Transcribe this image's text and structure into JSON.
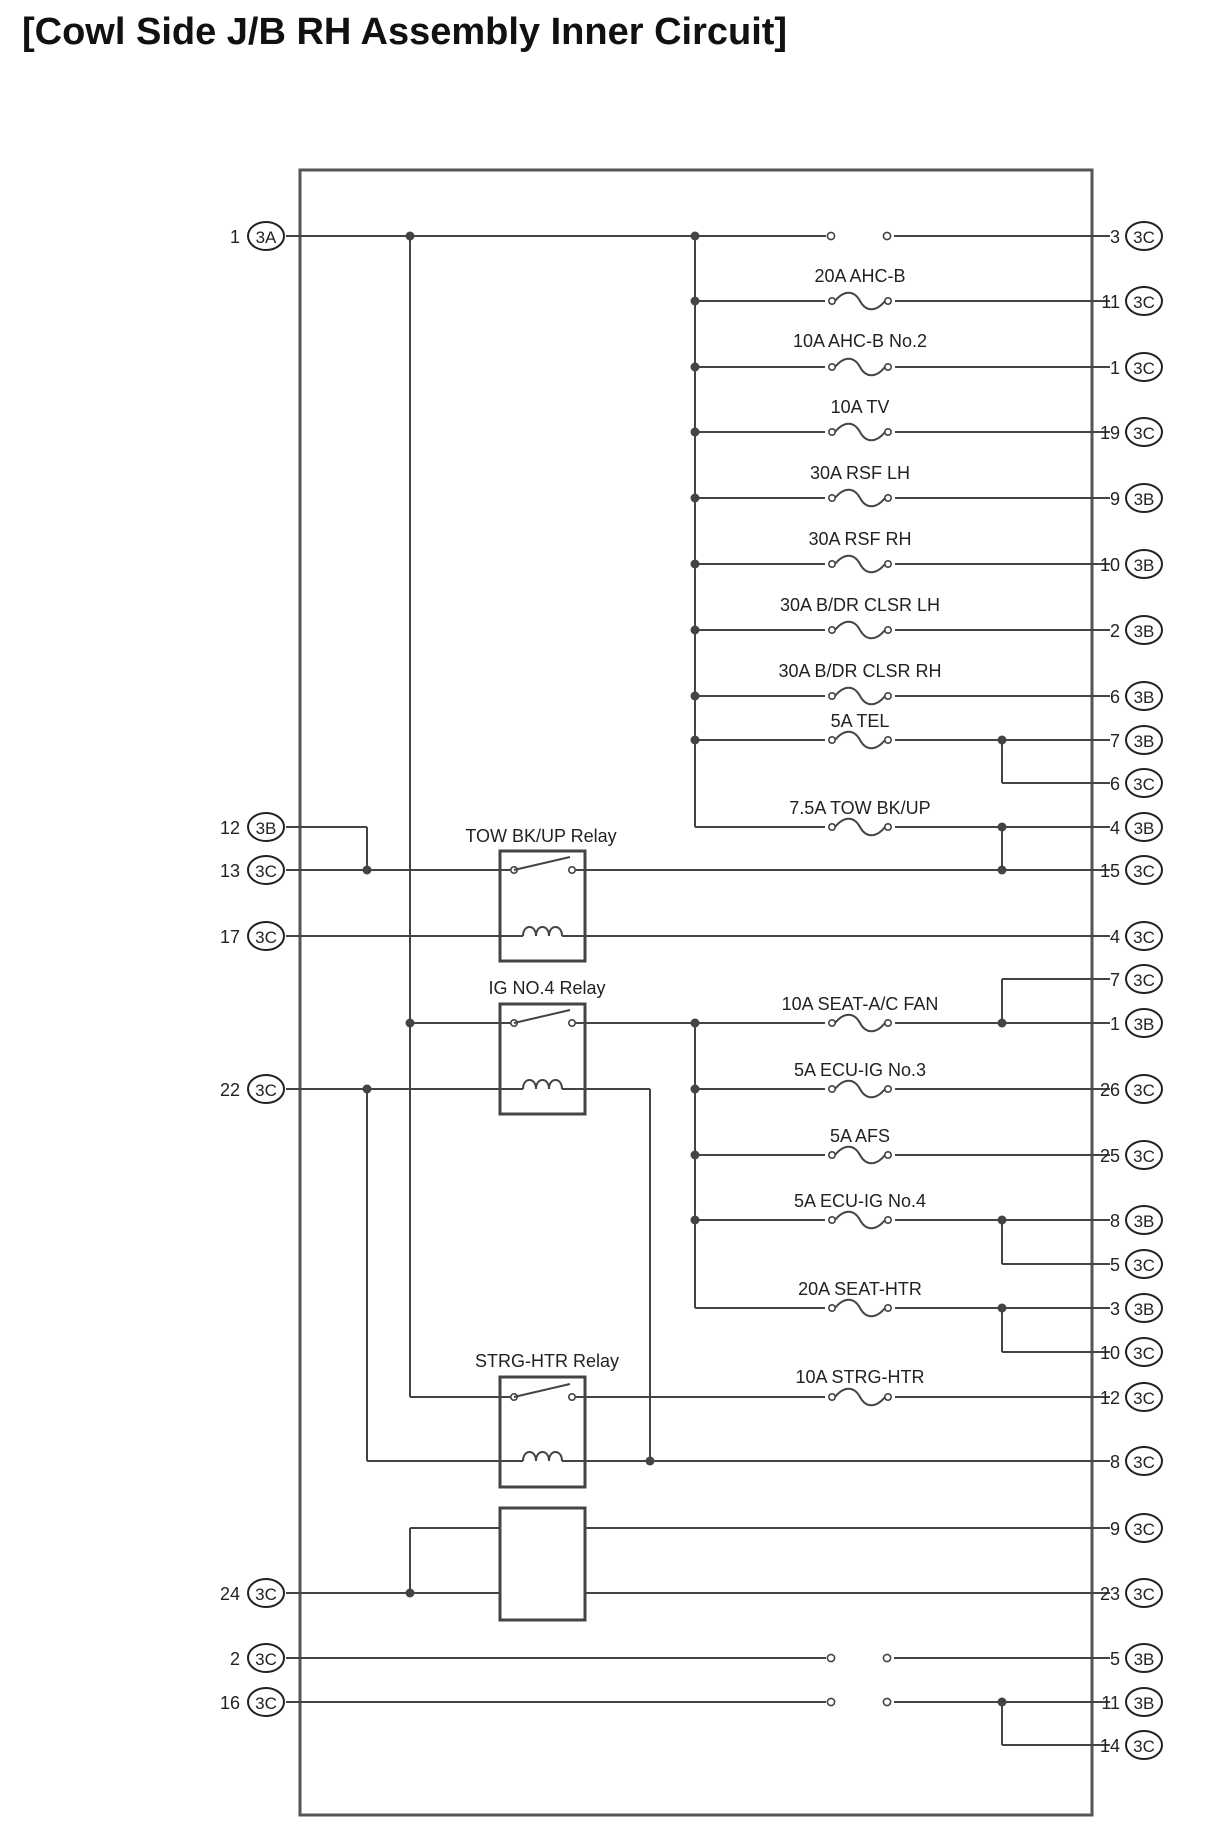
{
  "title": "[Cowl Side J/B RH Assembly Inner Circuit]",
  "fuses": {
    "f1": "20A AHC-B",
    "f2": "10A AHC-B No.2",
    "f3": "10A TV",
    "f4": "30A RSF LH",
    "f5": "30A RSF RH",
    "f6": "30A B/DR CLSR LH",
    "f7": "30A B/DR CLSR RH",
    "f8": "5A TEL",
    "f9": "7.5A TOW BK/UP",
    "f10": "10A SEAT-A/C FAN",
    "f11": "5A ECU-IG No.3",
    "f12": "5A AFS",
    "f13": "5A ECU-IG No.4",
    "f14": "20A SEAT-HTR",
    "f15": "10A STRG-HTR"
  },
  "relays": {
    "tow": "TOW BK/UP Relay",
    "ig4": "IG NO.4 Relay",
    "strg": "STRG-HTR Relay"
  },
  "left_pins": {
    "p1": {
      "num": "1",
      "conn": "3A"
    },
    "p12": {
      "num": "12",
      "conn": "3B"
    },
    "p13": {
      "num": "13",
      "conn": "3C"
    },
    "p17": {
      "num": "17",
      "conn": "3C"
    },
    "p22": {
      "num": "22",
      "conn": "3C"
    },
    "p24": {
      "num": "24",
      "conn": "3C"
    },
    "p2": {
      "num": "2",
      "conn": "3C"
    },
    "p16": {
      "num": "16",
      "conn": "3C"
    }
  },
  "right_pins": {
    "r1": {
      "num": "3",
      "conn": "3C"
    },
    "r2": {
      "num": "11",
      "conn": "3C"
    },
    "r3": {
      "num": "1",
      "conn": "3C"
    },
    "r4": {
      "num": "19",
      "conn": "3C"
    },
    "r5": {
      "num": "9",
      "conn": "3B"
    },
    "r6": {
      "num": "10",
      "conn": "3B"
    },
    "r7": {
      "num": "2",
      "conn": "3B"
    },
    "r8": {
      "num": "6",
      "conn": "3B"
    },
    "r9": {
      "num": "7",
      "conn": "3B"
    },
    "r10": {
      "num": "6",
      "conn": "3C"
    },
    "r11": {
      "num": "4",
      "conn": "3B"
    },
    "r12": {
      "num": "15",
      "conn": "3C"
    },
    "r13": {
      "num": "4",
      "conn": "3C"
    },
    "r14": {
      "num": "7",
      "conn": "3C"
    },
    "r15": {
      "num": "1",
      "conn": "3B"
    },
    "r16": {
      "num": "26",
      "conn": "3C"
    },
    "r17": {
      "num": "25",
      "conn": "3C"
    },
    "r18": {
      "num": "8",
      "conn": "3B"
    },
    "r19": {
      "num": "5",
      "conn": "3C"
    },
    "r20": {
      "num": "3",
      "conn": "3B"
    },
    "r21": {
      "num": "10",
      "conn": "3C"
    },
    "r22": {
      "num": "12",
      "conn": "3C"
    },
    "r23": {
      "num": "8",
      "conn": "3C"
    },
    "r24": {
      "num": "9",
      "conn": "3C"
    },
    "r25": {
      "num": "23",
      "conn": "3C"
    },
    "r26": {
      "num": "5",
      "conn": "3B"
    },
    "r27": {
      "num": "11",
      "conn": "3B"
    },
    "r28": {
      "num": "14",
      "conn": "3C"
    }
  }
}
